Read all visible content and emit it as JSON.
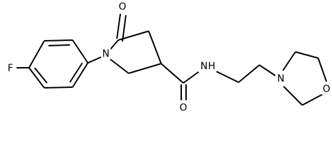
{
  "colors": {
    "bond": "#000000",
    "background": "#ffffff"
  },
  "atom_labels": {
    "fluorine": "F",
    "pyrrolidine_nitrogen": "N",
    "lactam_oxygen": "O",
    "amide_oxygen": "O",
    "amide_nitrogen": "N",
    "amide_hydrogen": "H",
    "morpholine_nitrogen": "N",
    "morpholine_oxygen": "O"
  }
}
